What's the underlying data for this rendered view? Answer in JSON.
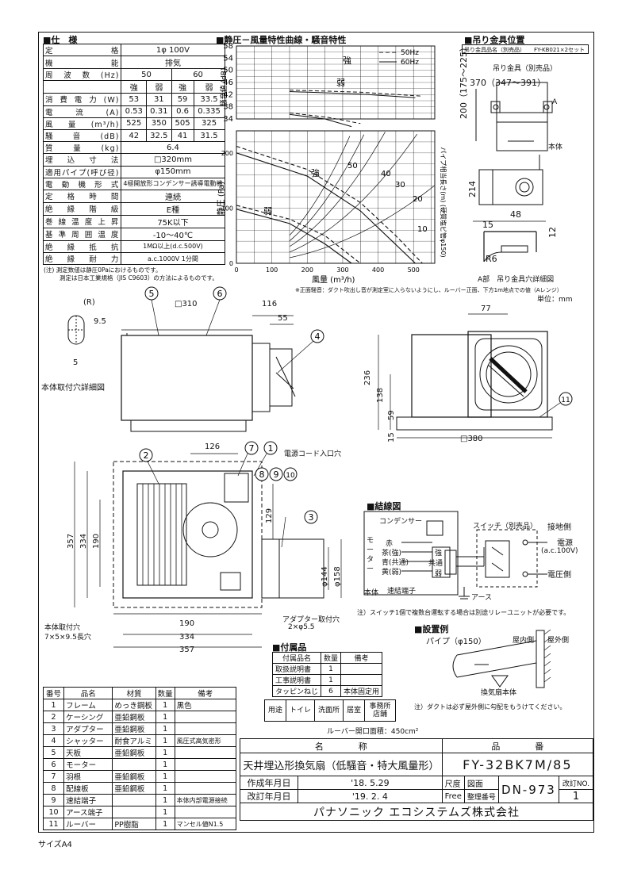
{
  "sections": {
    "spec_title": "■仕　様",
    "chart_title": "■静圧－風量特性曲線・騒音特性",
    "hanger_title": "■吊り金具位置",
    "wiring_title": "■結線図",
    "install_title": "■設置例",
    "accessories_title": "■付属品"
  },
  "spec": {
    "rows": [
      {
        "label": "定格",
        "values": [
          "1φ 100V"
        ]
      },
      {
        "label": "機能",
        "values": [
          "排気"
        ]
      },
      {
        "label": "周波数(Hz)",
        "values": [
          "50",
          "60"
        ]
      },
      {
        "label": "",
        "values": [
          "強",
          "弱",
          "強",
          "弱"
        ]
      },
      {
        "label": "消費電力(W)",
        "values": [
          "53",
          "31",
          "59",
          "33.5"
        ]
      },
      {
        "label": "電流(A)",
        "values": [
          "0.53",
          "0.31",
          "0.6",
          "0.335"
        ]
      },
      {
        "label": "風量(m³/h)",
        "values": [
          "525",
          "350",
          "505",
          "325"
        ]
      },
      {
        "label": "騒音(dB)",
        "values": [
          "42",
          "32.5",
          "41",
          "31.5"
        ]
      },
      {
        "label": "質量(kg)",
        "values": [
          "6.4"
        ]
      },
      {
        "label": "埋込寸法",
        "values": [
          "□320mm"
        ]
      },
      {
        "label": "適用パイプ(呼び径)",
        "values": [
          "φ150mm"
        ]
      },
      {
        "label": "電動機形式",
        "values": [
          "4極開放形コンデンサー誘導電動機"
        ]
      },
      {
        "label": "定格時間",
        "values": [
          "連続"
        ]
      },
      {
        "label": "絶縁階級",
        "values": [
          "E種"
        ]
      },
      {
        "label": "巻線温度上昇",
        "values": [
          "75K以下"
        ]
      },
      {
        "label": "基準周囲温度",
        "values": [
          "-10～40℃"
        ]
      },
      {
        "label": "絶縁抵抗",
        "values": [
          "1MΩ以上(d.c.500V)"
        ]
      },
      {
        "label": "絶縁耐力",
        "values": [
          "a.c.1000V 1分間"
        ]
      }
    ],
    "note1": "(注) 測定数値は静圧0Paにおけるものです。",
    "note2": "測定は日本工業規格（JIS C9603）の方法によるものです。"
  },
  "chart_data": {
    "type": "line",
    "legend": [
      "50Hz",
      "60Hz"
    ],
    "noise_axis": {
      "ylabel": "騒音値 (dB)",
      "ticks": [
        "58",
        "54",
        "50",
        "46",
        "42",
        "38",
        "34"
      ],
      "ylim": [
        34,
        58
      ]
    },
    "pressure_axis": {
      "ylabel": "静圧 (Pa)",
      "ticks": [
        "200",
        "100",
        "0"
      ],
      "ylim": [
        0,
        240
      ]
    },
    "xaxis": {
      "xlabel": "風量 (m³/h)",
      "ticks": [
        "0",
        "100",
        "200",
        "300",
        "400",
        "500"
      ],
      "xlim": [
        0,
        560
      ]
    },
    "duct_axis": {
      "ylabel": "パイプ相当長さ(m) (硬質塩ビ管φ150)",
      "labels": [
        "50",
        "40",
        "30",
        "20",
        "10"
      ]
    },
    "series": [
      {
        "name": "強",
        "hz": "50Hz",
        "noise": [
          [
            150,
            43.5
          ],
          [
            350,
            42.8
          ],
          [
            525,
            41.5
          ]
        ],
        "pressure": [
          [
            0,
            212
          ],
          [
            200,
            170
          ],
          [
            350,
            110
          ],
          [
            450,
            50
          ],
          [
            525,
            0
          ]
        ]
      },
      {
        "name": "強",
        "hz": "60Hz",
        "noise": [
          [
            150,
            43
          ],
          [
            350,
            42.2
          ],
          [
            505,
            41
          ]
        ],
        "pressure": [
          [
            0,
            200
          ],
          [
            200,
            158
          ],
          [
            350,
            95
          ],
          [
            440,
            40
          ],
          [
            505,
            0
          ]
        ]
      },
      {
        "name": "弱",
        "hz": "50Hz",
        "noise": [
          [
            150,
            36
          ],
          [
            260,
            34.5
          ],
          [
            350,
            32.5
          ]
        ],
        "pressure": [
          [
            0,
            105
          ],
          [
            150,
            80
          ],
          [
            250,
            50
          ],
          [
            350,
            0
          ]
        ]
      },
      {
        "name": "弱",
        "hz": "60Hz",
        "noise": [
          [
            150,
            35.5
          ],
          [
            250,
            34
          ],
          [
            325,
            31.5
          ]
        ],
        "pressure": [
          [
            0,
            98
          ],
          [
            150,
            72
          ],
          [
            250,
            35
          ],
          [
            325,
            0
          ]
        ]
      }
    ],
    "note": "※正面騒音：ダクト吹出し音が測定室に入らないようにし、ルーバー正面、下方1m地点での値（Aレンジ）"
  },
  "hanger": {
    "part_name": "吊り金具品名（別売品）",
    "part_code": "FY-KB021×2セット",
    "label_hanger": "吊り金具（別売品）",
    "label_body": "本体",
    "dim_370": "370（347～391）",
    "dim_200": "200（175～225）",
    "dim_214": "214",
    "dim_48": "48",
    "dim_15": "15",
    "dim_12": "12",
    "dim_r6": "R6",
    "detail": "A部　吊り金具穴詳細図",
    "point_a": "A"
  },
  "unit": "単位：mm",
  "side_view": {
    "d310": "□310",
    "d116": "116",
    "d55": "55",
    "d236": "236",
    "d138": "138",
    "d59": "59",
    "d15": "15",
    "d380": "□380",
    "d77": "77",
    "hole_detail": "本体取付穴詳細図",
    "hole_r": "(R)",
    "hole_95": "9.5",
    "hole_5": "5"
  },
  "plan_view": {
    "d126": "126",
    "d357": "357",
    "d334": "334",
    "d190": "190",
    "d129": "129",
    "d144": "φ144",
    "d158": "φ158",
    "d190b": "190",
    "d334b": "334",
    "d357b": "357",
    "cord": "電源コード入口穴",
    "mount_hole": "本体取付穴",
    "mount_hole2": "7×5×9.5長穴",
    "adapter": "アダプター取付穴",
    "adapter2": "2×φ5.5"
  },
  "callouts": [
    "5",
    "6",
    "4",
    "11",
    "2",
    "7",
    "1",
    "8",
    "9",
    "10",
    "3"
  ],
  "wiring": {
    "condenser": "コンデンサー",
    "motor": "モーター",
    "red": "赤",
    "brown": "茶(強)",
    "blue": "青(共通)",
    "yellow": "黄(弱)",
    "body": "本体",
    "terminal": "速結端子",
    "strong": "強",
    "common": "共通",
    "weak": "弱",
    "switch": "スイッチ（別売品）",
    "ground_side": "接地側",
    "power": "電源",
    "power2": "(a.c.100V)",
    "voltage_side": "電圧側",
    "earth": "アース",
    "note": "注）スイッチ1個で複数台運転する場合は別途リレーユニットが必要です。"
  },
  "install": {
    "pipe": "パイプ（φ150）",
    "indoor": "屋内側",
    "outdoor": "屋外側",
    "body": "換気扇本体",
    "note": "注）ダクトは必ず屋外側に勾配をもうけてください。"
  },
  "accessories": {
    "headers": [
      "付属品名",
      "数量",
      "備考"
    ],
    "rows": [
      [
        "取扱説明書",
        "1",
        ""
      ],
      [
        "工事説明書",
        "1",
        ""
      ],
      [
        "タッピンねじ",
        "6",
        "本体固定用"
      ]
    ]
  },
  "use": {
    "label": "用途",
    "items": [
      "トイレ",
      "洗面所",
      "居室",
      "事務所店舗"
    ]
  },
  "louver_area": "ルーバー開口面積：450cm²",
  "parts": {
    "headers": [
      "番号",
      "品名",
      "材質",
      "数量",
      "備考"
    ],
    "rows": [
      [
        "1",
        "フレーム",
        "めっき鋼板",
        "1",
        "黒色"
      ],
      [
        "2",
        "ケーシング",
        "亜鉛鋼板",
        "1",
        ""
      ],
      [
        "3",
        "アダプター",
        "亜鉛鋼板",
        "1",
        ""
      ],
      [
        "4",
        "シャッター",
        "耐食アルミ",
        "1",
        "風圧式高気密形"
      ],
      [
        "5",
        "天板",
        "亜鉛鋼板",
        "1",
        ""
      ],
      [
        "6",
        "モーター",
        "",
        "1",
        ""
      ],
      [
        "7",
        "羽根",
        "亜鉛鋼板",
        "1",
        ""
      ],
      [
        "8",
        "配線板",
        "亜鉛鋼板",
        "1",
        ""
      ],
      [
        "9",
        "速結端子",
        "",
        "1",
        "本体内部電源接続"
      ],
      [
        "10",
        "アース端子",
        "",
        "1",
        ""
      ],
      [
        "11",
        "ルーバー",
        "PP樹脂",
        "1",
        "マンセル値N1.5"
      ]
    ]
  },
  "title_block": {
    "name_header": "名　　　　称",
    "code_header": "品　　　　番",
    "name": "天井埋込形換気扇（低騒音・特大風量形）",
    "code": "FY-32BK7M/85",
    "created_label": "作成年月日",
    "created": "'18. 5.29",
    "revised_label": "改訂年月日",
    "revised": "'19. 2. 4",
    "scale_label": "尺度",
    "scale": "Free",
    "drawing_label": "図面",
    "serial_label": "整理番号",
    "drawing_no": "DN-973",
    "rev_label": "改訂NO.",
    "rev": "1",
    "company": "パナソニック エコシステムズ株式会社"
  },
  "paper_size": "サイズA4"
}
